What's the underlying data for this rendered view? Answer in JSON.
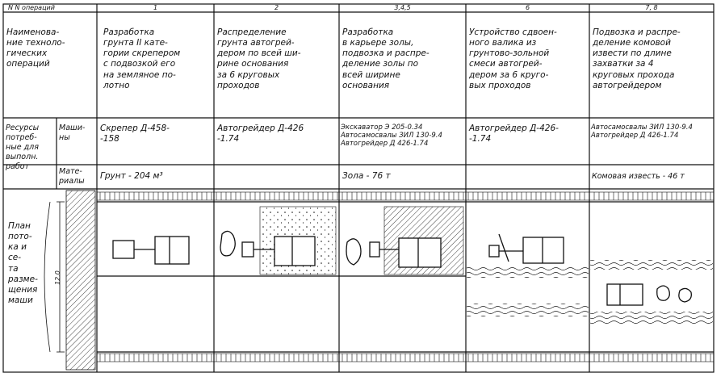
{
  "header": {
    "row_label": "N N операций",
    "columns": [
      "1",
      "2",
      "3,4,5",
      "6",
      "7, 8"
    ]
  },
  "operations_label": "Наименова-\nние техноло-\nгических\nопераций",
  "operations": [
    "Разработка\nгрунта II кате-\nгории скрепером\nс подвозкой его\nна земляное по-\nлотно",
    "Распределение\nгрунта автогрей-\nдером по всей ши-\nрине основания\nза 6 круговых\nпроходов",
    "Разработка\nв карьере золы,\nподвозка и распре-\nделение золы по\nвсей ширине\nоснования",
    "Устройство сдвоен-\nного валика из\nгрунтово-зольной\nсмеси автогрей-\nдером за 6 круго-\nвых проходов",
    "Подвозка и распре-\nделение комовой\nизвести по длине\nзахватки за 4\nкруговых прохода\nавтогрейдером"
  ],
  "resources_label": "Ресурсы\nпотреб-\nные для\nвыполн.\nработ",
  "machines_label": "Маши-\nны",
  "materials_label": "Мате-\nриалы",
  "machines": [
    "Скрепер Д-458-\n-158",
    "Автогрейдер Д-426\n-1.74",
    "Экскаватор Э 205-0.34\nАвтосамосвалы ЗИЛ 130-9.4\nАвтогрейдер Д 426-1.74",
    "Автогрейдер Д-426-\n-1.74",
    "Автосамосвалы ЗИЛ 130-9.4\nАвтогрейдер Д 426-1.74"
  ],
  "materials": [
    "Грунт - 204 м³",
    "",
    "Зола - 76 т",
    "",
    "Комовая известь - 46 т"
  ],
  "plan_label": "План\nпото-\nка и\nсе-\nта\nразме-\nщения\nмаши",
  "dimension_label": "12.0",
  "colors": {
    "ink": "#111111",
    "paper": "#ffffff"
  }
}
